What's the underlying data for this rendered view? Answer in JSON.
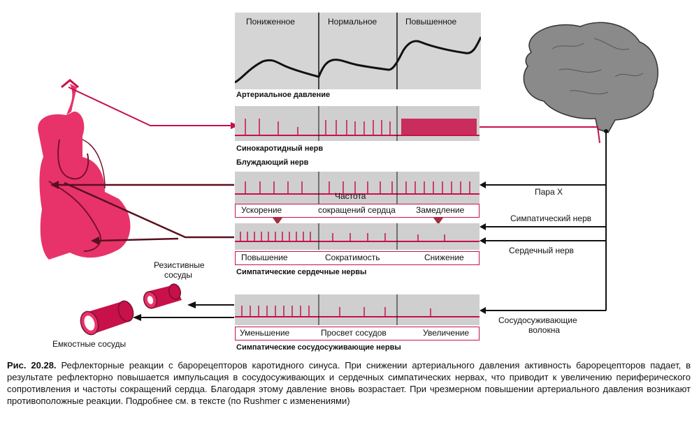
{
  "pressure_states": {
    "low": "Пониженное",
    "normal": "Нормальное",
    "high": "Повышенное"
  },
  "arterial_label": "Артериальное давление",
  "sinus_nerve_label": "Синокаротидный нерв",
  "vagus_label": "Блуждающий нерв",
  "heart_rate": {
    "accel": "Ускорение",
    "title_line1": "Частота",
    "title_line2": "сокращений сердца",
    "decel": "Замедление"
  },
  "contractility": {
    "increase": "Повышение",
    "title": "Сократимость",
    "decrease": "Снижение"
  },
  "cardiac_symp_label": "Симпатические сердечные нервы",
  "lumen": {
    "decrease": "Уменьшение",
    "title": "Просвет сосудов",
    "increase": "Увеличение"
  },
  "vasocon_label": "Симпатические сосудосуживающие нервы",
  "right_labels": {
    "pair_x": "Пара X",
    "symp_nerve": "Симпатический нерв",
    "cardiac_nerve": "Сердечный нерв",
    "vasocon_line1": "Сосудосуживающие",
    "vasocon_line2": "волокна"
  },
  "vessels": {
    "resistive_line1": "Резистивные",
    "resistive_line2": "сосуды",
    "capacitive": "Емкостные сосуды"
  },
  "caption": {
    "fig": "Рис. 20.28.",
    "text": "Рефлекторные реакции с барорецепторов каротидного синуса. При снижении артериального давления активность барорецепторов падает, в результате рефлекторно повышается импульсация в сосудосуживающих и сердечных симпатических нервах, что приводит к увеличению периферического сопротивления и частоты сокращений сердца. Благодаря этому давление вновь возрастает. При чрезмерном повышении артериального давления возникают противоположные реакции. Подробнее см. в тексте (по Rushmer с изменениями)"
  },
  "colors": {
    "accent": "#c8104a",
    "heart": "#e8336a",
    "panel": "#cfcfcf",
    "arrow": "#5a0f1e",
    "dark": "#111111"
  }
}
